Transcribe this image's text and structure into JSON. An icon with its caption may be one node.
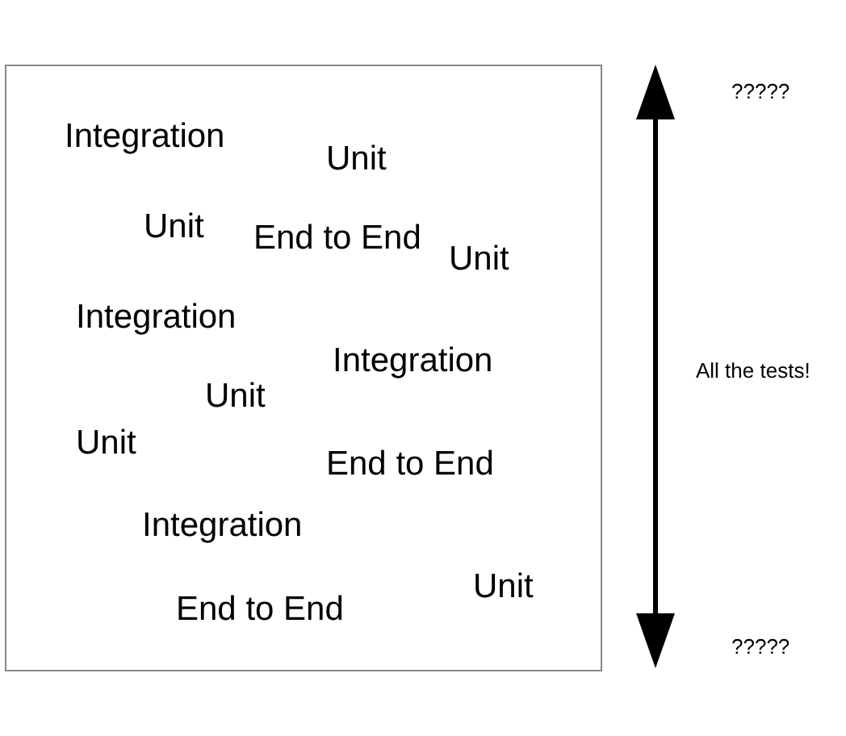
{
  "diagram": {
    "nodes": [
      {
        "text": [
          "Integration",
          "Unit",
          "Unit",
          "End to End",
          "Unit",
          "Integration",
          "Integration",
          "Unit",
          "Unit",
          "End to End",
          "Integration",
          "Unit",
          "End to End"
        ]
      }
    ],
    "labels": [
      "?????",
      "All the tests!",
      "?????"
    ]
  }
}
